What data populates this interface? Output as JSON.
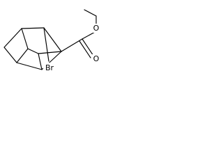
{
  "molecule": {
    "atoms": {
      "O_ether": "O",
      "O_carbonyl": "O",
      "Br": "Br"
    }
  }
}
